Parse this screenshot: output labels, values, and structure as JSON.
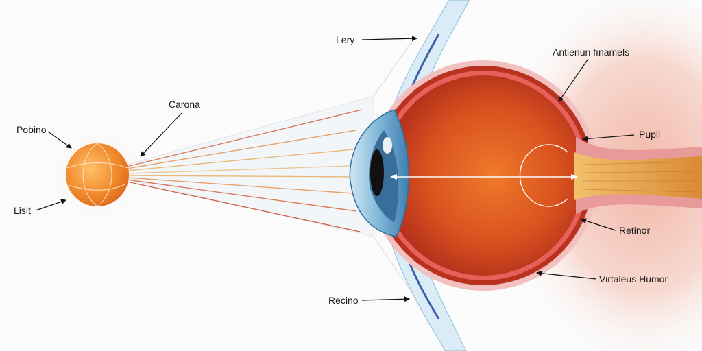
{
  "labels": {
    "lery": "Lery",
    "anterior": "Antienun fınamels",
    "carona": "Carona",
    "pobino": "Pobino",
    "pupli": "Pupli",
    "lisit": "Lisit",
    "retinor": "Retinor",
    "vitreous": "Virtaleus Humor",
    "recino": "Recino"
  },
  "colors": {
    "background": "#fbfbfb",
    "eye_interior": "#d9521f",
    "eye_wall": "#b8321f",
    "sclera_pink": "#f3c0c0",
    "cornea_blue": "#7fb6d8",
    "source_orange": "#f08a2c",
    "ray_color": "#e0a070",
    "optic_nerve": "#e6a23c",
    "skin_tone": "#f4d2c6"
  }
}
